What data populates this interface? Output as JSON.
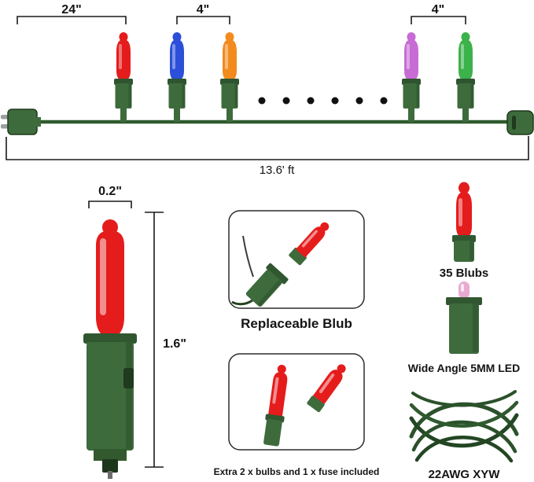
{
  "colors": {
    "bulb_red": "#e51c1c",
    "bulb_blue": "#2b4fd8",
    "bulb_orange": "#f28b1d",
    "bulb_purple": "#c76cd4",
    "bulb_green": "#3bb24a",
    "led_pink": "#e9a9d0",
    "wire_green": "#2d5a2d",
    "socket_green": "#3e6b3c"
  },
  "string_diagram": {
    "lead_label": "24\"",
    "spacing_label_1": "4\"",
    "spacing_label_2": "4\"",
    "total_length_label": "13.6' ft",
    "bulb_colors": [
      "#e51c1c",
      "#2b4fd8",
      "#f28b1d",
      "#c76cd4",
      "#3bb24a"
    ]
  },
  "big_bulb": {
    "width_label": "0.2\"",
    "height_label": "1.6\"",
    "color": "#e51c1c"
  },
  "features": {
    "replaceable_title": "Replaceable Blub",
    "extras_caption": "Extra 2 x bulbs and 1 x fuse included",
    "specs": [
      {
        "label": "35 Blubs"
      },
      {
        "label": "Wide Angle 5MM LED"
      },
      {
        "label": "22AWG XYW"
      }
    ]
  }
}
